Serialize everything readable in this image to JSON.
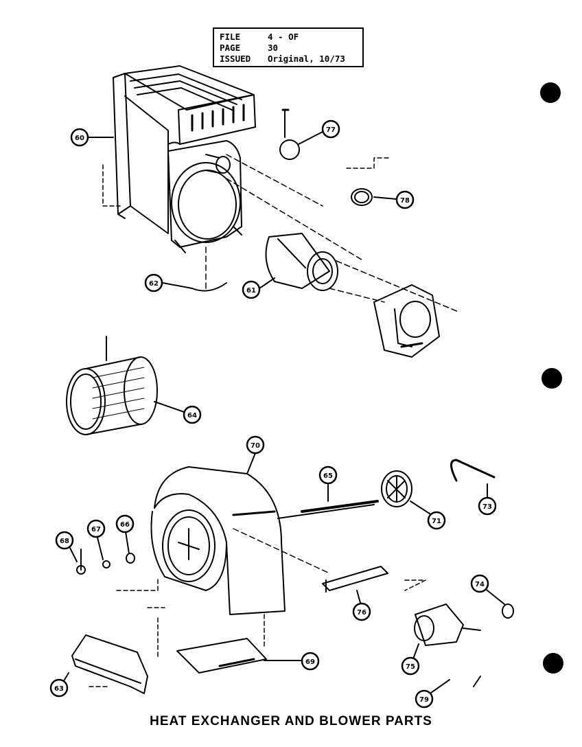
{
  "header": {
    "rows": [
      {
        "key": "FILE",
        "value": "4 - OF"
      },
      {
        "key": "PAGE",
        "value": "30"
      },
      {
        "key": "ISSUED",
        "value": "Original, 10/73"
      }
    ]
  },
  "caption": "HEAT EXCHANGER AND BLOWER PARTS",
  "callouts": [
    "60",
    "77",
    "78",
    "62",
    "61",
    "64",
    "70",
    "65",
    "71",
    "73",
    "68",
    "67",
    "66",
    "74",
    "76",
    "75",
    "63",
    "69",
    "79"
  ]
}
